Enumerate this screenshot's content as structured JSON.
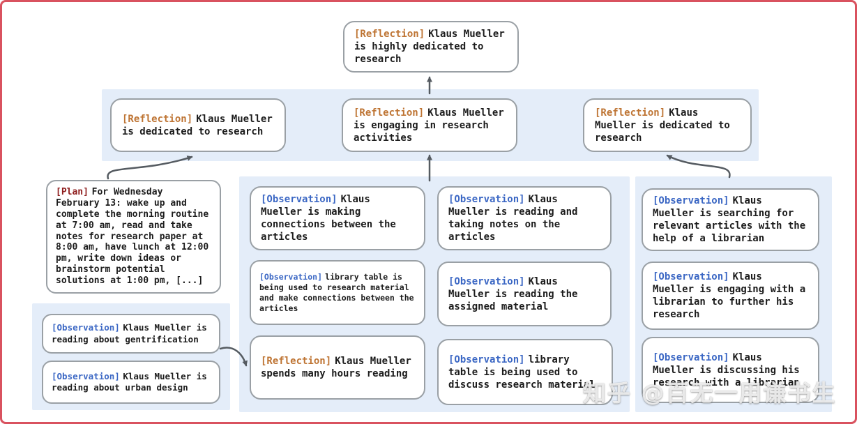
{
  "watermark": "知乎 @百无一用谦书生",
  "colors": {
    "frame_border": "#d9525f",
    "panel_blue": "#e4edf9",
    "box_border": "#9aa0a5",
    "arrow": "#555b61",
    "tag_reflection": "#be7433",
    "tag_observation": "#3b67c4",
    "tag_plan": "#8e1d1d",
    "text": "#1c1c1c"
  },
  "nodes": {
    "root": {
      "tag": "[Reflection]",
      "text": "Klaus Mueller is highly dedicated to research"
    },
    "refl_left": {
      "tag": "[Reflection]",
      "text": "Klaus Mueller is dedicated to research"
    },
    "refl_mid": {
      "tag": "[Reflection]",
      "text": "Klaus Mueller is engaging in research activities"
    },
    "refl_right": {
      "tag": "[Reflection]",
      "text": "Klaus Mueller is dedicated to research"
    },
    "plan": {
      "tag": "[Plan]",
      "text": "For Wednesday February 13: wake up and complete the morning routine at 7:00 am, read and take notes for research paper at 8:00 am, have lunch at 12:00 pm, write down ideas or brainstorm potential solutions at 1:00 pm, [...]"
    },
    "obs_gentrification": {
      "tag": "[Observation]",
      "text": "Klaus Mueller is reading about gentrification"
    },
    "obs_urban": {
      "tag": "[Observation]",
      "text": "Klaus Mueller is reading about urban design"
    },
    "obs_connections": {
      "tag": "[Observation]",
      "text": "Klaus Mueller is making connections between the articles"
    },
    "obs_library_research": {
      "tag": "[Observation]",
      "text": "library table is being used to research material and make connections between the articles"
    },
    "refl_hours": {
      "tag": "[Reflection]",
      "text": "Klaus Mueller spends many hours reading"
    },
    "obs_notes": {
      "tag": "[Observation]",
      "text": "Klaus Mueller is reading and taking notes on the articles"
    },
    "obs_assigned": {
      "tag": "[Observation]",
      "text": "Klaus Mueller is reading the assigned material"
    },
    "obs_discuss_table": {
      "tag": "[Observation]",
      "text": "library table is being used to discuss research material"
    },
    "obs_searching": {
      "tag": "[Observation]",
      "text": "Klaus Mueller is searching for relevant articles with the help of a librarian"
    },
    "obs_engaging": {
      "tag": "[Observation]",
      "text": "Klaus Mueller is engaging with a librarian to further his research"
    },
    "obs_discussing": {
      "tag": "[Observation]",
      "text": "Klaus Mueller is discussing his research with a librarian"
    }
  }
}
